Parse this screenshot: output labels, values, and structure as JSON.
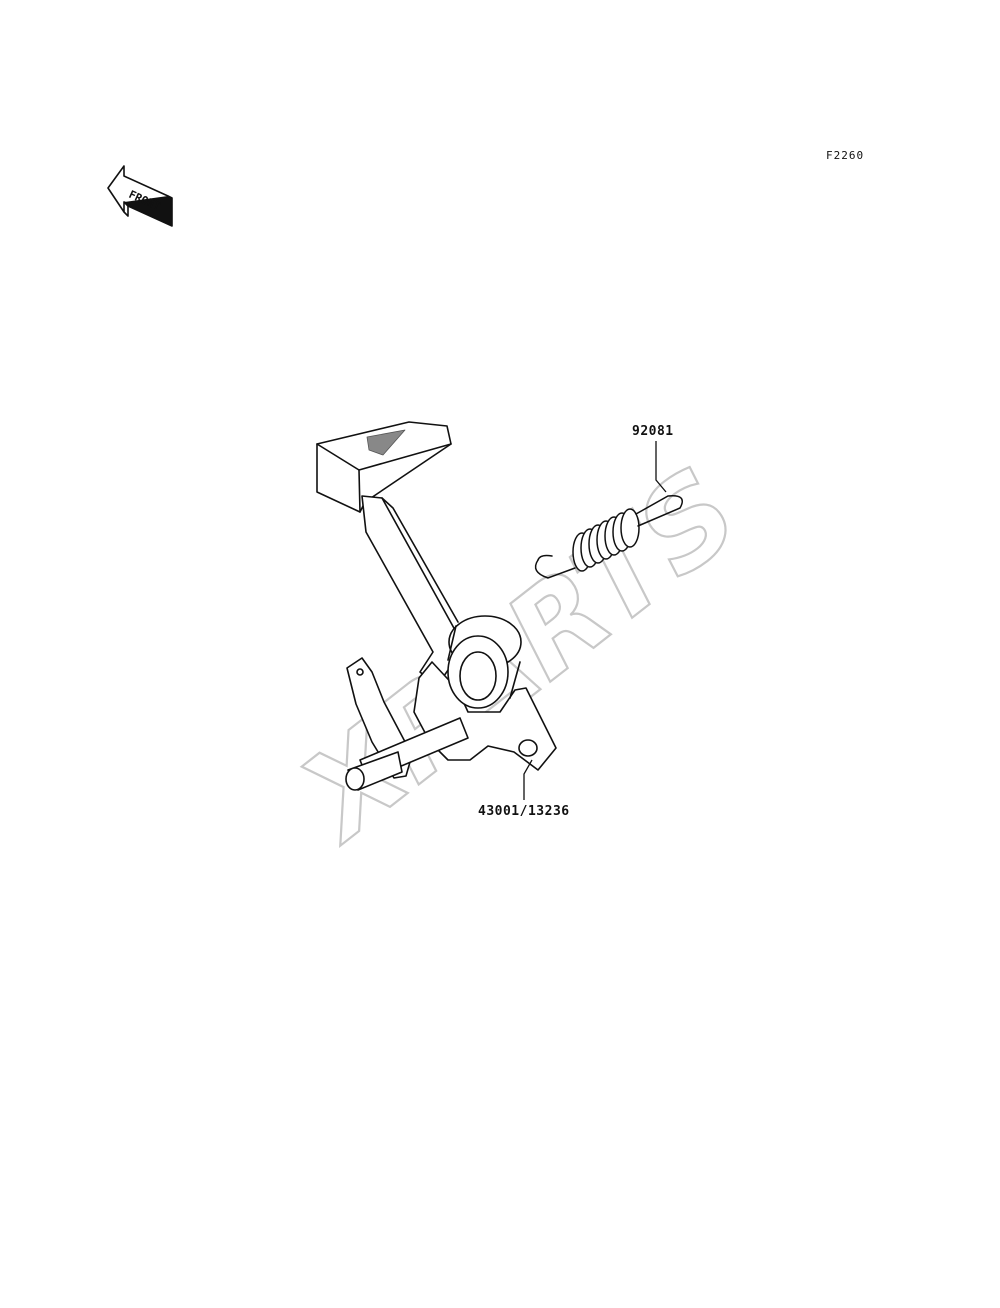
{
  "figure": {
    "code": "F2260"
  },
  "front_indicator": {
    "text": "FRONT",
    "icon": "front-arrow-icon"
  },
  "watermark": {
    "text": "XPARTS"
  },
  "parts": [
    {
      "number": "92081",
      "part": "spring"
    },
    {
      "number": "43001/13236",
      "part": "brake-pedal"
    }
  ],
  "colors": {
    "line": "#111111",
    "watermark": "#c8c8c8",
    "background": "#ffffff"
  }
}
